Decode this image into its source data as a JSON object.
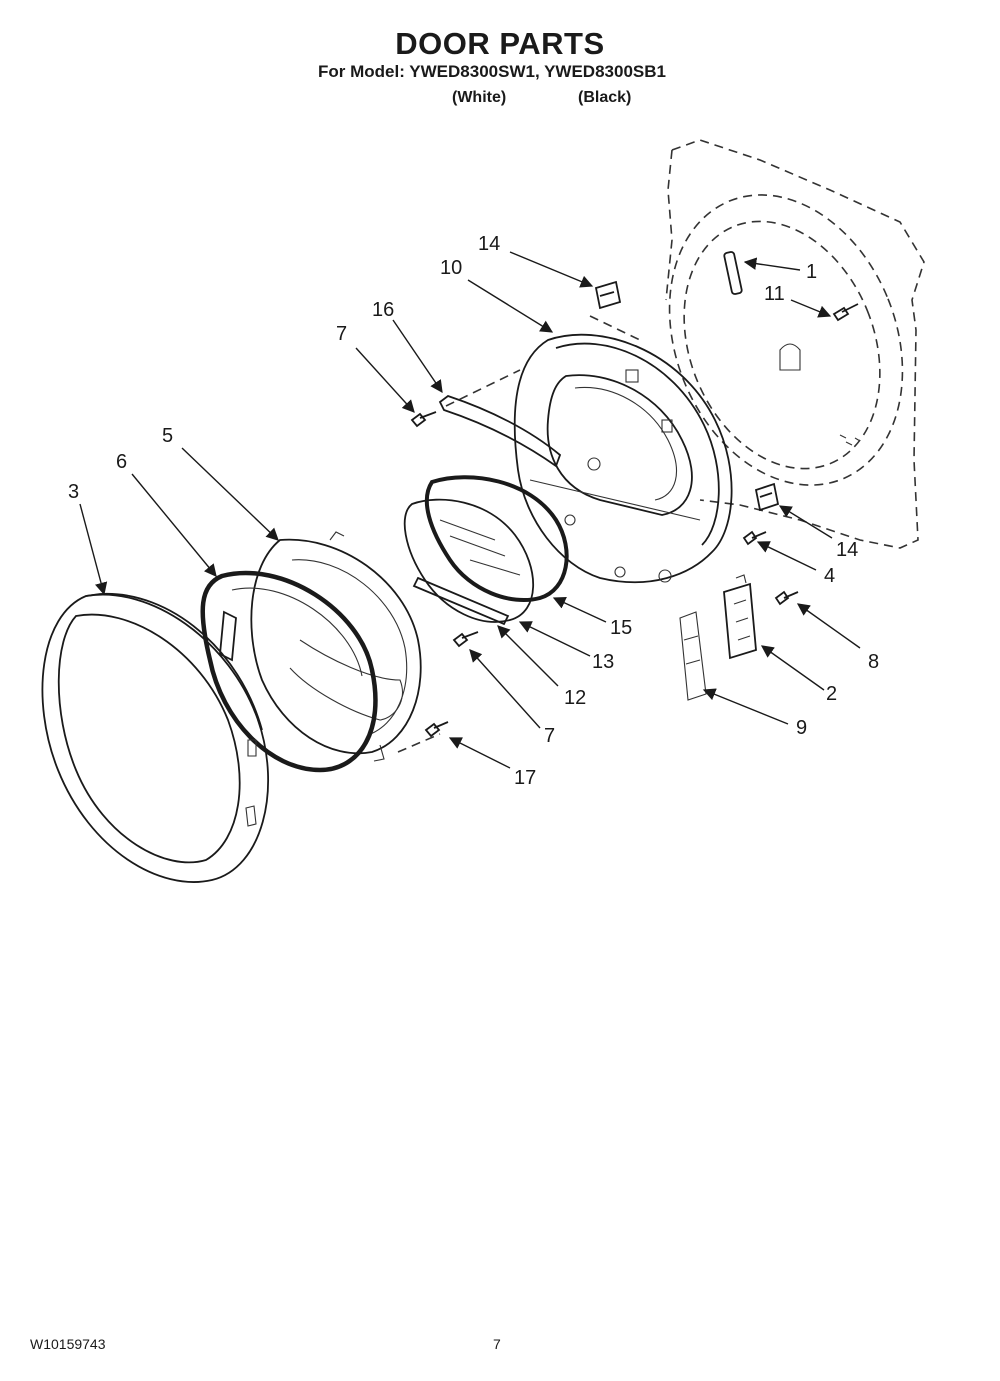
{
  "header": {
    "title": "DOOR PARTS",
    "model_line": "For Model: YWED8300SW1, YWED8300SB1",
    "variant_white": "(White)",
    "variant_black": "(Black)"
  },
  "callouts": {
    "c1": "1",
    "c2": "2",
    "c3": "3",
    "c4": "4",
    "c5": "5",
    "c6": "6",
    "c7a": "7",
    "c7b": "7",
    "c8": "8",
    "c9": "9",
    "c10": "10",
    "c11": "11",
    "c12": "12",
    "c13": "13",
    "c14a": "14",
    "c14b": "14",
    "c15": "15",
    "c16": "16",
    "c17": "17"
  },
  "footer": {
    "doc_number": "W10159743",
    "page_number": "7"
  }
}
